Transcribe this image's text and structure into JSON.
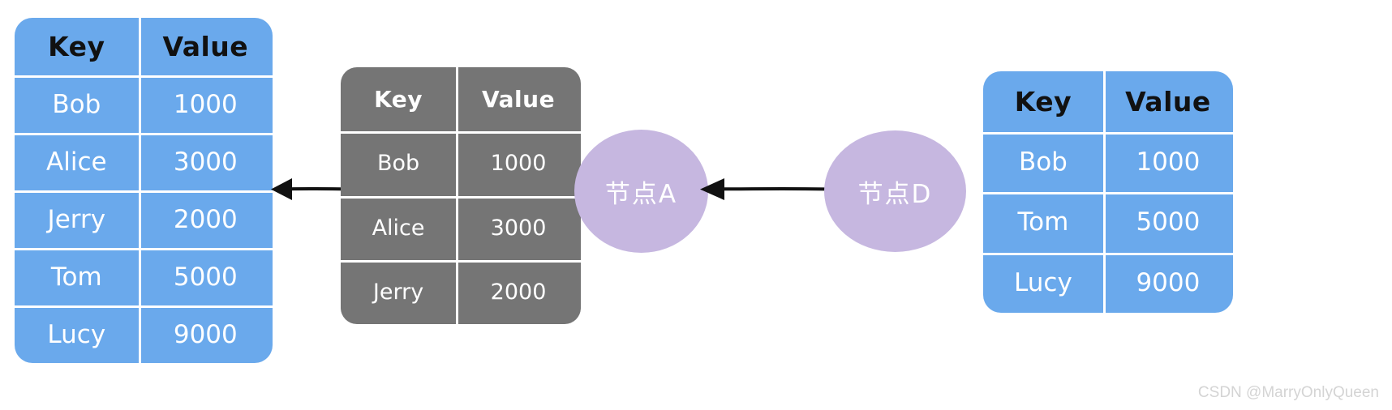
{
  "diagram": {
    "type": "key-value replication diagram",
    "watermark": "CSDN @MarryOnlyQueen",
    "colors": {
      "blue_table": "#6aa9ec",
      "gray_table": "#757575",
      "node_purple": "#c6b7e0",
      "grid_line": "#ffffff",
      "header_text": "#111111",
      "body_text": "#ffffff",
      "arrow": "#111111",
      "watermark": "#d4d4d4"
    }
  },
  "tables": {
    "left": {
      "name": "merged-table",
      "headers": {
        "key": "Key",
        "value": "Value"
      },
      "rows": [
        {
          "key": "Bob",
          "value": "1000"
        },
        {
          "key": "Alice",
          "value": "3000"
        },
        {
          "key": "Jerry",
          "value": "2000"
        },
        {
          "key": "Tom",
          "value": "5000"
        },
        {
          "key": "Lucy",
          "value": "9000"
        }
      ]
    },
    "middle": {
      "name": "node-a-table",
      "headers": {
        "key": "Key",
        "value": "Value"
      },
      "rows": [
        {
          "key": "Bob",
          "value": "1000"
        },
        {
          "key": "Alice",
          "value": "3000"
        },
        {
          "key": "Jerry",
          "value": "2000"
        }
      ]
    },
    "right": {
      "name": "node-d-table",
      "headers": {
        "key": "Key",
        "value": "Value"
      },
      "rows": [
        {
          "key": "Bob",
          "value": "1000"
        },
        {
          "key": "Tom",
          "value": "5000"
        },
        {
          "key": "Lucy",
          "value": "9000"
        }
      ]
    }
  },
  "nodes": {
    "a": {
      "label": "节点A"
    },
    "d": {
      "label": "节点D"
    }
  },
  "arrows": {
    "middle_to_left": {
      "direction": "left",
      "label": ""
    },
    "d_to_a": {
      "direction": "left",
      "label": ""
    }
  }
}
